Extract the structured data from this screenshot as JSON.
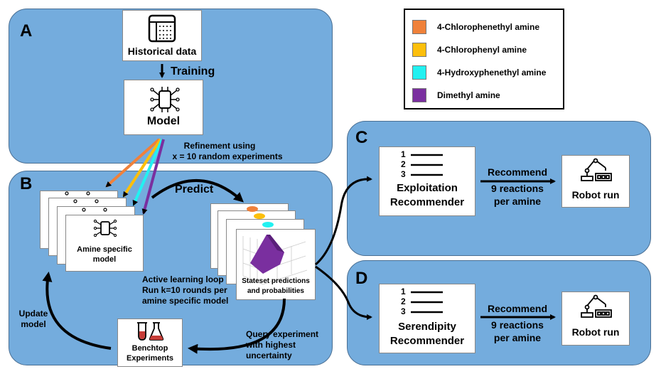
{
  "panels": {
    "a": {
      "letter": "A",
      "historical_label": "Historical data",
      "training_label": "Training",
      "model_label": "Model",
      "refinement_line1": "Refinement using",
      "refinement_line2": "x = 10 random experiments"
    },
    "b": {
      "letter": "B",
      "predict_label": "Predict",
      "amine_model_line1": "Amine specific",
      "amine_model_line2": "model",
      "stateset_line1": "Stateset predictions",
      "stateset_line2": "and probabilities",
      "active_line1": "Active learning loop",
      "active_line2": "Run k=10 rounds per",
      "active_line3": "amine specific model",
      "update_line1": "Update",
      "update_line2": "model",
      "benchtop_line1": "Benchtop",
      "benchtop_line2": "Experiments",
      "query_line1": "Query experiment",
      "query_line2": "with highest",
      "query_line3": "uncertainty"
    },
    "c": {
      "letter": "C",
      "list_numbers": [
        "1",
        "2",
        "3"
      ],
      "recommender_line1": "Exploitation",
      "recommender_line2": "Recommender",
      "recommend_line1": "Recommend",
      "recommend_line2": "9 reactions",
      "recommend_line3": "per amine",
      "robot_label": "Robot run"
    },
    "d": {
      "letter": "D",
      "list_numbers": [
        "1",
        "2",
        "3"
      ],
      "recommender_line1": "Serendipity",
      "recommender_line2": "Recommender",
      "recommend_line1": "Recommend",
      "recommend_line2": "9 reactions",
      "recommend_line3": "per amine",
      "robot_label": "Robot run"
    }
  },
  "legend": {
    "items": [
      {
        "label": "4-Chlorophenethyl amine",
        "color": "#f0813a"
      },
      {
        "label": "4-Chlorophenyl amine",
        "color": "#fcbf0c"
      },
      {
        "label": "4-Hydroxyphenethyl amine",
        "color": "#22f1f1"
      },
      {
        "label": "Dimethyl amine",
        "color": "#7a2f9f"
      }
    ]
  },
  "colors": {
    "panel_fill": "#74acdd",
    "chart_purple": "#7a2f9f"
  },
  "icons": [
    "table-icon",
    "neural-network-icon",
    "surface-plot-icon",
    "flask-icon",
    "ordered-list-icon",
    "robot-arm-icon"
  ]
}
